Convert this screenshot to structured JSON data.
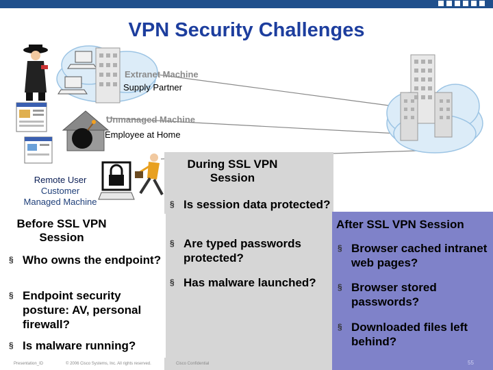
{
  "slide": {
    "title": "VPN Security Challenges"
  },
  "diagram": {
    "extranet_machine": "Extranet Machine",
    "supply_partner": "Supply Partner",
    "unmanaged_machine": "Unmanaged Machine",
    "employee_at_home": "Employee at Home",
    "remote_user": "Remote User",
    "customer": "Customer",
    "managed_machine": "Managed Machine"
  },
  "before": {
    "heading": "Before SSL VPN Session",
    "bullets": [
      "Who owns the endpoint?",
      "Endpoint security posture: AV, personal firewall?",
      "Is malware running?"
    ]
  },
  "during": {
    "heading": "During SSL VPN Session",
    "bullets": [
      "Is session data protected?",
      "Are typed passwords protected?",
      "Has malware launched?"
    ]
  },
  "after": {
    "heading": "After SSL VPN Session",
    "bullets": [
      "Browser cached intranet web pages?",
      "Browser stored passwords?",
      "Downloaded files left behind?"
    ]
  },
  "footer": {
    "presentation_id": "Presentation_ID",
    "copyright": "© 2006 Cisco Systems, Inc. All rights reserved.",
    "confidential": "Cisco Confidential",
    "page": "55"
  },
  "colors": {
    "title": "#1d3e9e",
    "top_bar": "#1f4f8c",
    "after_box": "#7f82c9",
    "during_box": "#d6d6d6"
  }
}
